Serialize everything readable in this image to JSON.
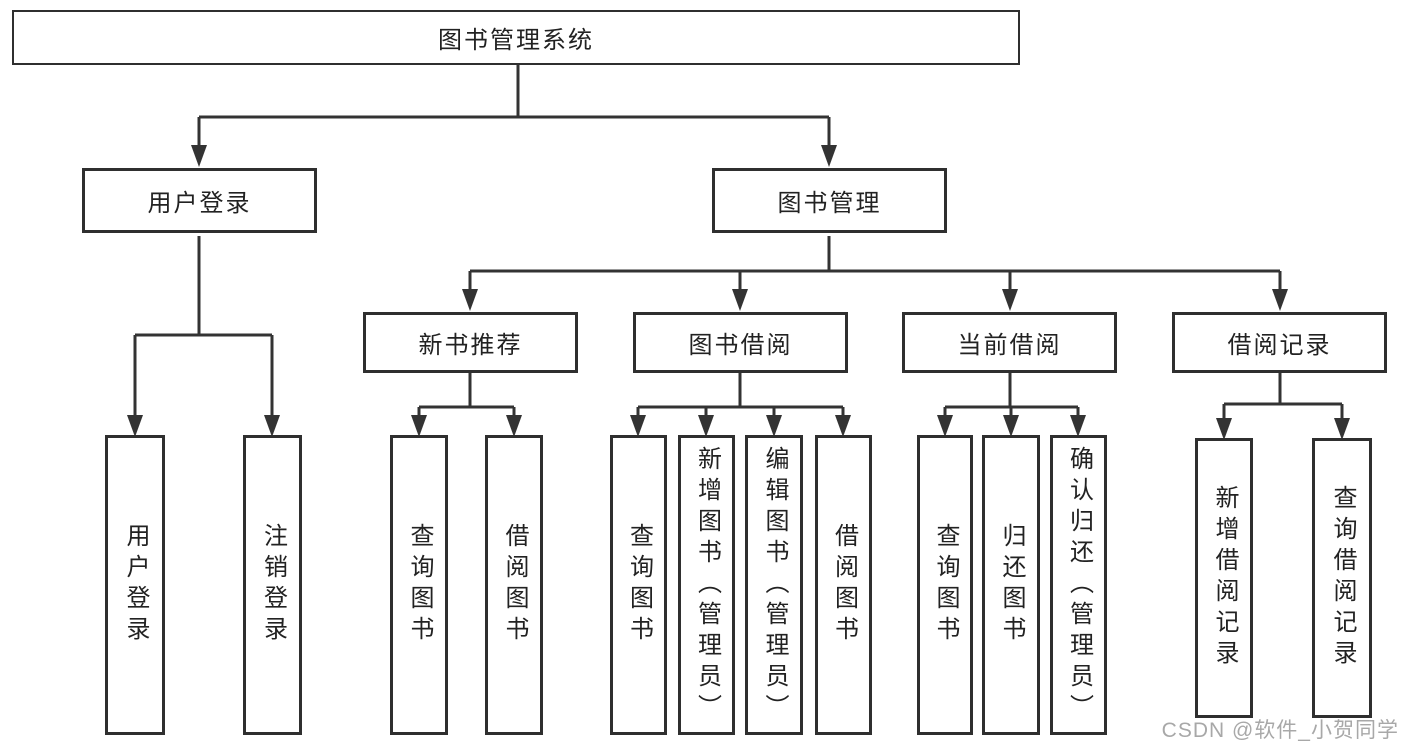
{
  "diagram": {
    "root": {
      "label": "图书管理系统"
    },
    "level2": [
      {
        "label": "用户登录",
        "children": [
          {
            "label": "用户登录"
          },
          {
            "label": "注销登录"
          }
        ]
      },
      {
        "label": "图书管理",
        "children": [
          {
            "label": "新书推荐",
            "children": [
              {
                "label": "查询图书"
              },
              {
                "label": "借阅图书"
              }
            ]
          },
          {
            "label": "图书借阅",
            "children": [
              {
                "label": "查询图书"
              },
              {
                "label": "新增图书（管理员）"
              },
              {
                "label": "编辑图书（管理员）"
              },
              {
                "label": "借阅图书"
              }
            ]
          },
          {
            "label": "当前借阅",
            "children": [
              {
                "label": "查询图书"
              },
              {
                "label": "归还图书"
              },
              {
                "label": "确认归还（管理员）"
              }
            ]
          },
          {
            "label": "借阅记录",
            "children": [
              {
                "label": "新增借阅记录"
              },
              {
                "label": "查询借阅记录"
              }
            ]
          }
        ]
      }
    ]
  },
  "watermark": {
    "text": "CSDN @软件_小贺同学"
  },
  "colors": {
    "line": "#333333",
    "box_border": "#2f2f2f",
    "text": "#222222",
    "watermark": "#a8a8a8",
    "background": "#ffffff"
  }
}
